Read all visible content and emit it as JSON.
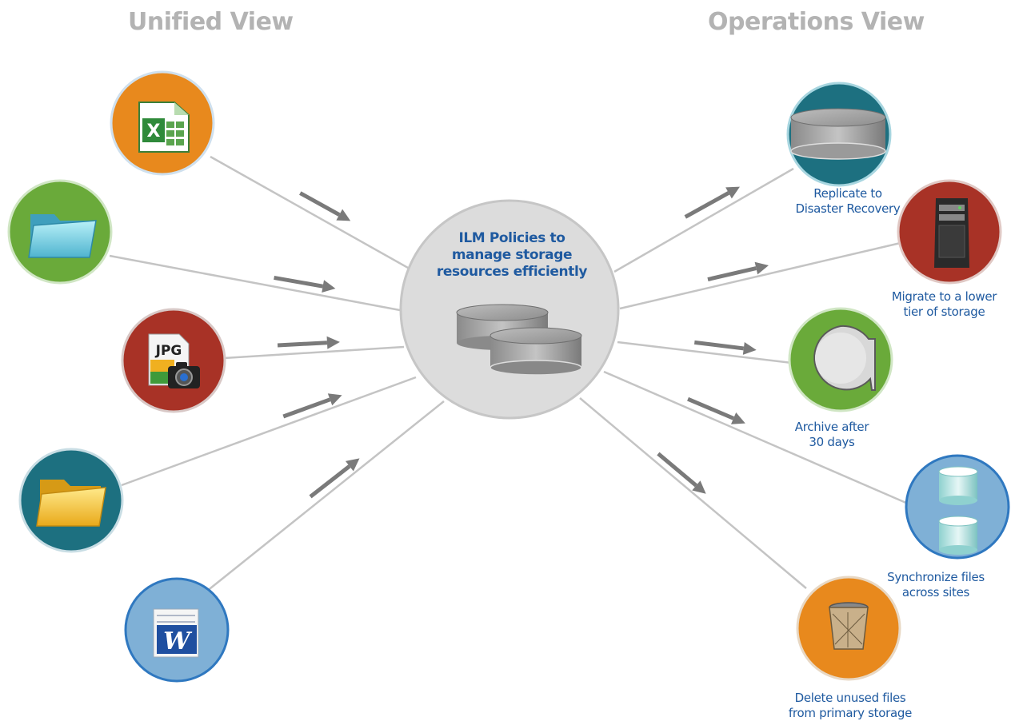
{
  "headings": {
    "left": "Unified View",
    "right": "Operations View"
  },
  "center": {
    "title": "ILM Policies to\nmanage storage\nresources efficiently",
    "icon": "storage-cylinders-icon"
  },
  "sources": [
    {
      "icon": "excel-icon",
      "color": "#e8891d"
    },
    {
      "icon": "folder-icon",
      "color": "#6aaa3a"
    },
    {
      "icon": "jpg-image-icon",
      "color": "#a83226",
      "text": "JPG"
    },
    {
      "icon": "folder-icon",
      "color": "#1d7080"
    },
    {
      "icon": "word-icon",
      "color": "#7fb0d6",
      "text": "W"
    }
  ],
  "operations": [
    {
      "icon": "disk-icon",
      "color": "#1d7080",
      "caption": "Replicate to\nDisaster Recovery"
    },
    {
      "icon": "server-tower-icon",
      "color": "#a83226",
      "caption": "Migrate to a lower\ntier of storage"
    },
    {
      "icon": "tape-reel-icon",
      "color": "#6aaa3a",
      "caption": "Archive after\n30 days"
    },
    {
      "icon": "sync-cylinders-icon",
      "color": "#7fb0d6",
      "caption": "Synchronize files\nacross sites"
    },
    {
      "icon": "trash-bin-icon",
      "color": "#e8891d",
      "caption": "Delete unused files\nfrom primary storage"
    }
  ]
}
